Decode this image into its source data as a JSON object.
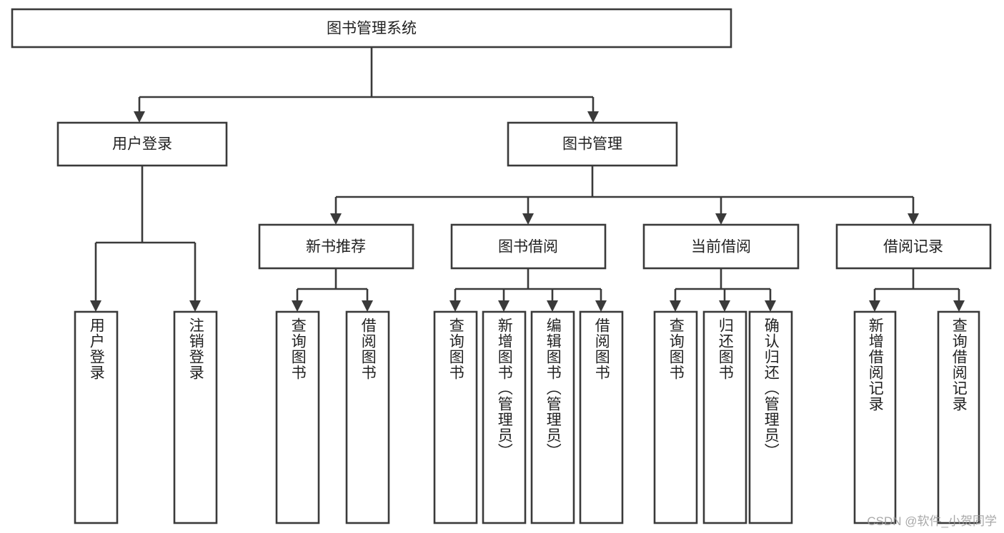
{
  "diagram": {
    "type": "tree",
    "title": "图书管理系统",
    "style": {
      "box_fill": "#ffffff",
      "box_stroke": "#3a3a3a",
      "text_color": "#222222",
      "background": "#ffffff",
      "watermark_color": "#9a9a9a"
    },
    "root": {
      "label": "图书管理系统"
    },
    "level2": [
      {
        "label": "用户登录"
      },
      {
        "label": "图书管理"
      }
    ],
    "level3": [
      {
        "label": "新书推荐"
      },
      {
        "label": "图书借阅"
      },
      {
        "label": "当前借阅"
      },
      {
        "label": "借阅记录"
      }
    ],
    "leaves": {
      "user_login": [
        {
          "label": "用户登录"
        },
        {
          "label": "注销登录"
        }
      ],
      "new_book": [
        {
          "label": "查询图书"
        },
        {
          "label": "借阅图书"
        }
      ],
      "book_borrow": [
        {
          "label": "查询图书"
        },
        {
          "label": "新增图书（管理员）"
        },
        {
          "label": "编辑图书（管理员）"
        },
        {
          "label": "借阅图书"
        }
      ],
      "current_borrow": [
        {
          "label": "查询图书"
        },
        {
          "label": "归还图书"
        },
        {
          "label": "确认归还（管理员）"
        }
      ],
      "borrow_record": [
        {
          "label": "新增借阅记录"
        },
        {
          "label": "查询借阅记录"
        }
      ]
    }
  },
  "watermark": {
    "text": "CSDN @软件_小贺同学"
  }
}
